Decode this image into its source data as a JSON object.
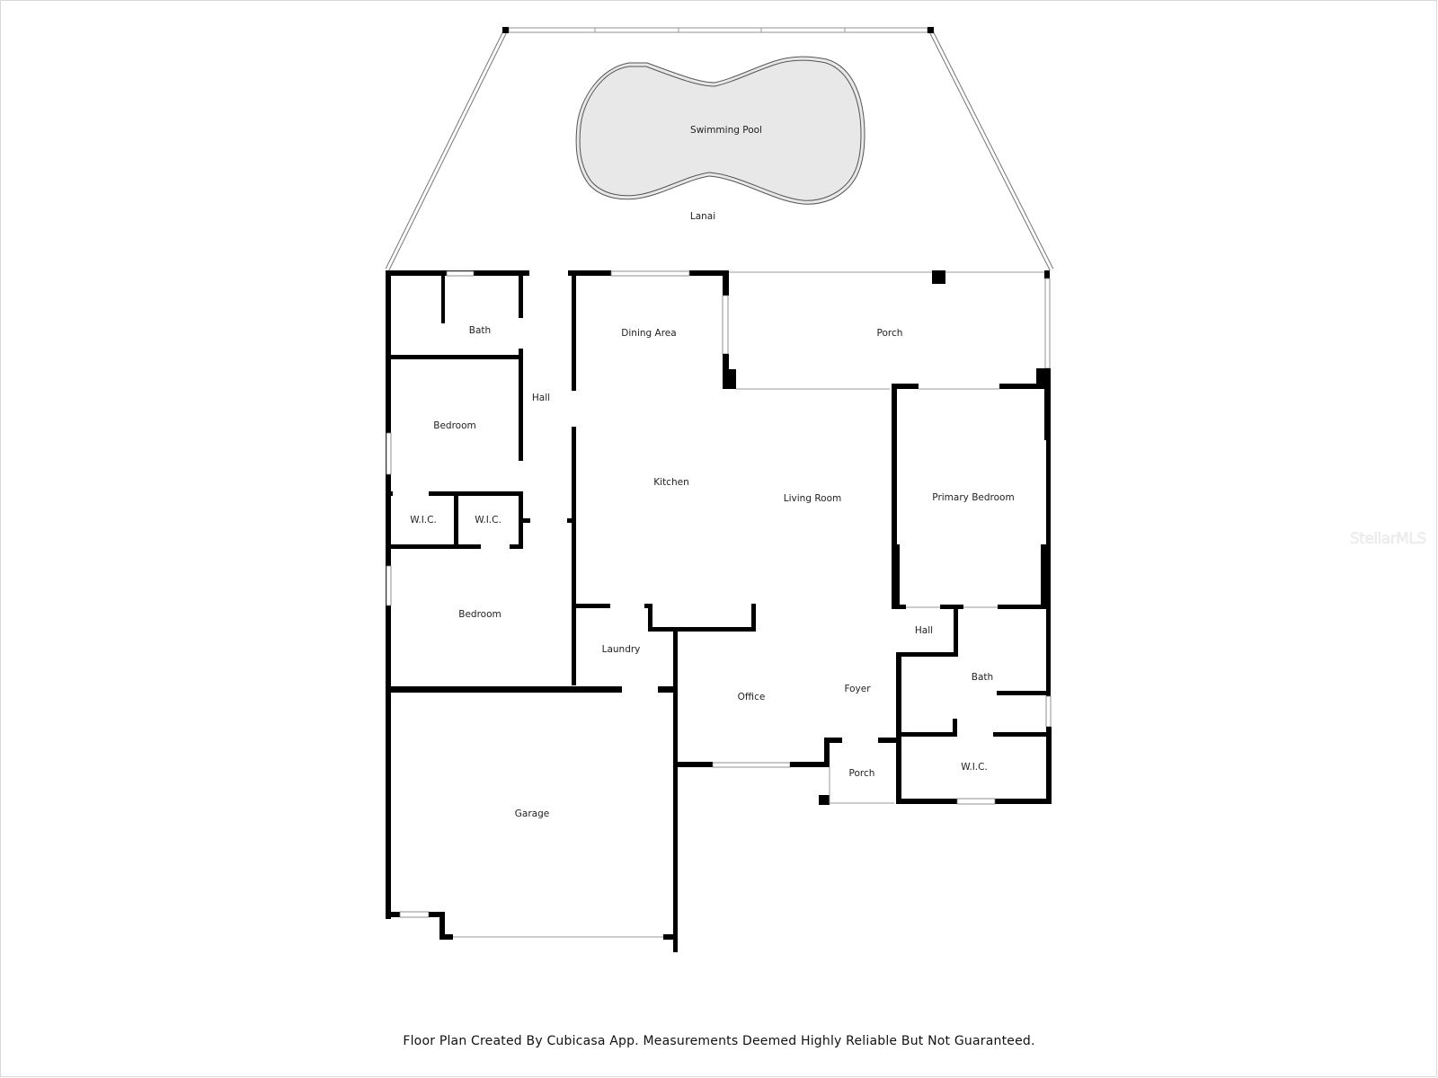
{
  "floor_plan": {
    "rooms": {
      "swimming_pool": "Swimming Pool",
      "lanai": "Lanai",
      "bath_left": "Bath",
      "hall_left": "Hall",
      "dining_area": "Dining Area",
      "porch_rear": "Porch",
      "bedroom_upper": "Bedroom",
      "kitchen": "Kitchen",
      "living_room": "Living Room",
      "primary_bedroom": "Primary Bedroom",
      "wic_left_1": "W.I.C.",
      "wic_left_2": "W.I.C.",
      "bedroom_lower": "Bedroom",
      "hall_right": "Hall",
      "laundry": "Laundry",
      "bath_right": "Bath",
      "office": "Office",
      "foyer": "Foyer",
      "porch_front": "Porch",
      "wic_right": "W.I.C.",
      "garage": "Garage"
    },
    "colors": {
      "wall": "#000000",
      "pool_fill": "#e8e8e8",
      "background": "#ffffff"
    }
  },
  "watermark": "StellarMLS",
  "footer": {
    "disclaimer": "Floor Plan Created By Cubicasa App. Measurements Deemed Highly Reliable But Not Guaranteed."
  }
}
